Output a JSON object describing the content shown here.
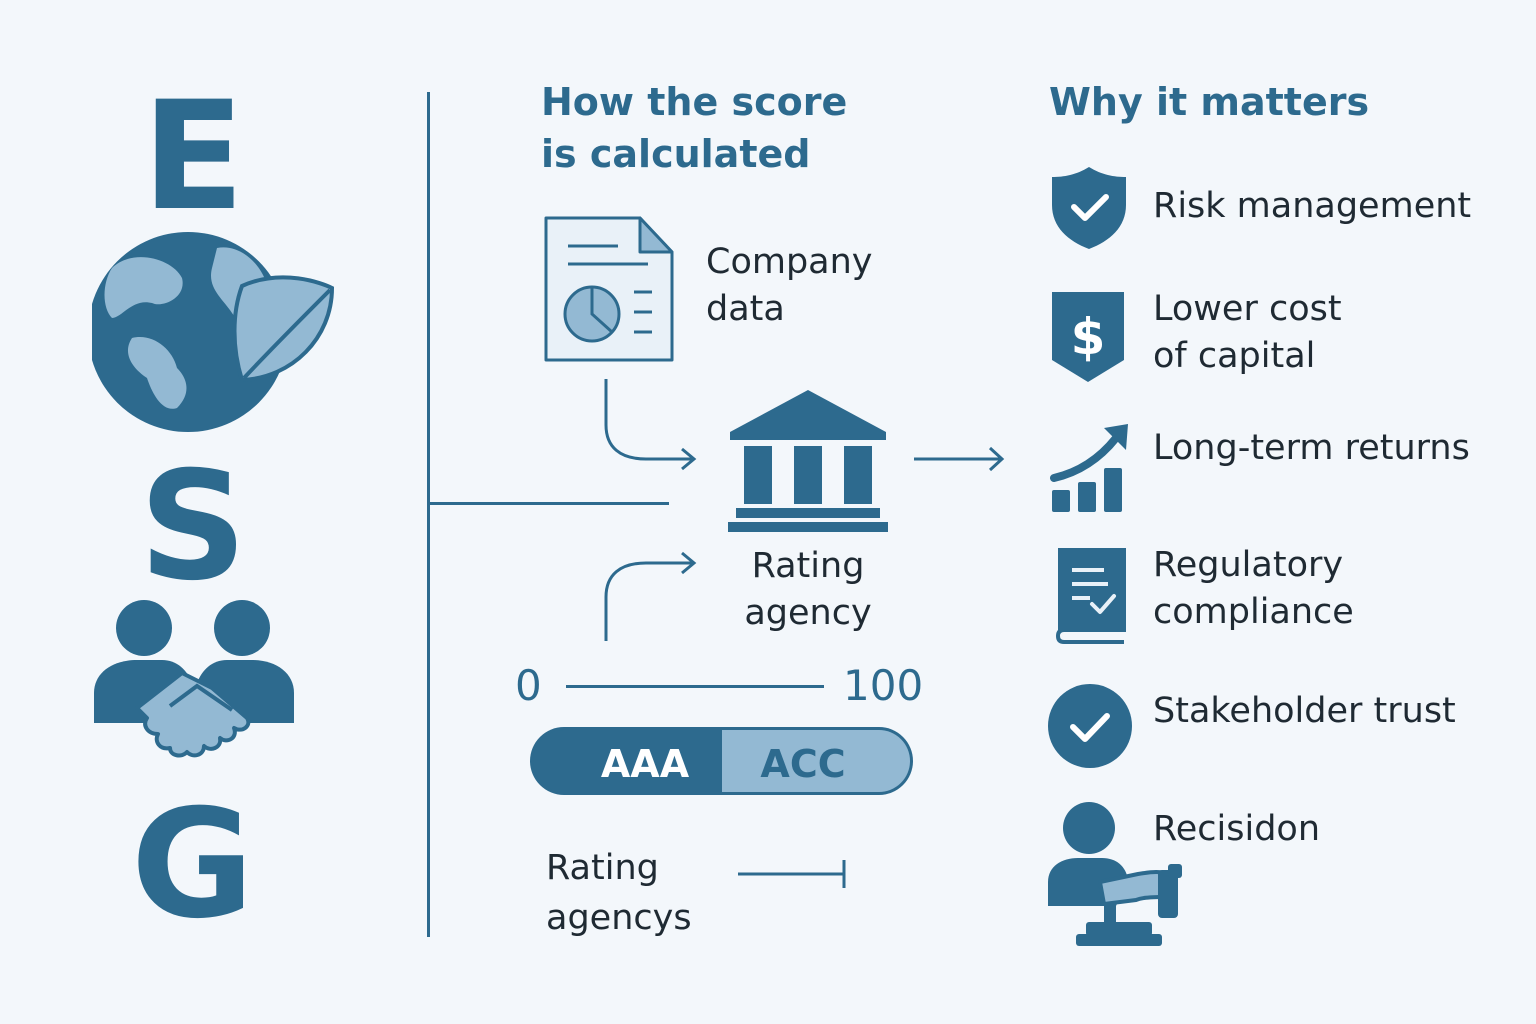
{
  "esg": {
    "letter_e": "E",
    "letter_s": "S",
    "letter_g": "G",
    "environment_icon": "globe-with-leaf-icon",
    "social_icon": "people-handshake-icon"
  },
  "process": {
    "heading_line1": "How the score",
    "heading_line2": "is calculated",
    "company_data_line1": "Company",
    "company_data_line2": "data",
    "company_data_icon": "report-document-icon",
    "rating_agency_line1": "Rating",
    "rating_agency_line2": "agency",
    "rating_agency_icon": "bank-building-icon",
    "scale_min": "0",
    "scale_max": "100",
    "rating_high": "AAA",
    "rating_low": "ACC",
    "bottom_label_line1": "Rating",
    "bottom_label_line2": "agencys"
  },
  "benefits": {
    "heading": "Why it matters",
    "items": [
      {
        "line1": "Risk management",
        "line2": "",
        "icon": "shield-check-icon"
      },
      {
        "line1": "Lower cost",
        "line2": "of capital",
        "icon": "dollar-shield-icon"
      },
      {
        "line1": "Long-term returns",
        "line2": "",
        "icon": "growth-chart-icon"
      },
      {
        "line1": "Regulatory",
        "line2": "compliance",
        "icon": "compliance-book-icon"
      },
      {
        "line1": "Stakeholder trust",
        "line2": "",
        "icon": "check-circle-icon"
      },
      {
        "line1": "Recisidon",
        "line2": "",
        "icon": "person-gavel-icon"
      }
    ]
  },
  "colors": {
    "primary": "#2d6a8e",
    "light": "#93b9d3",
    "background": "#f3f7fb",
    "text": "#1f2a33"
  }
}
